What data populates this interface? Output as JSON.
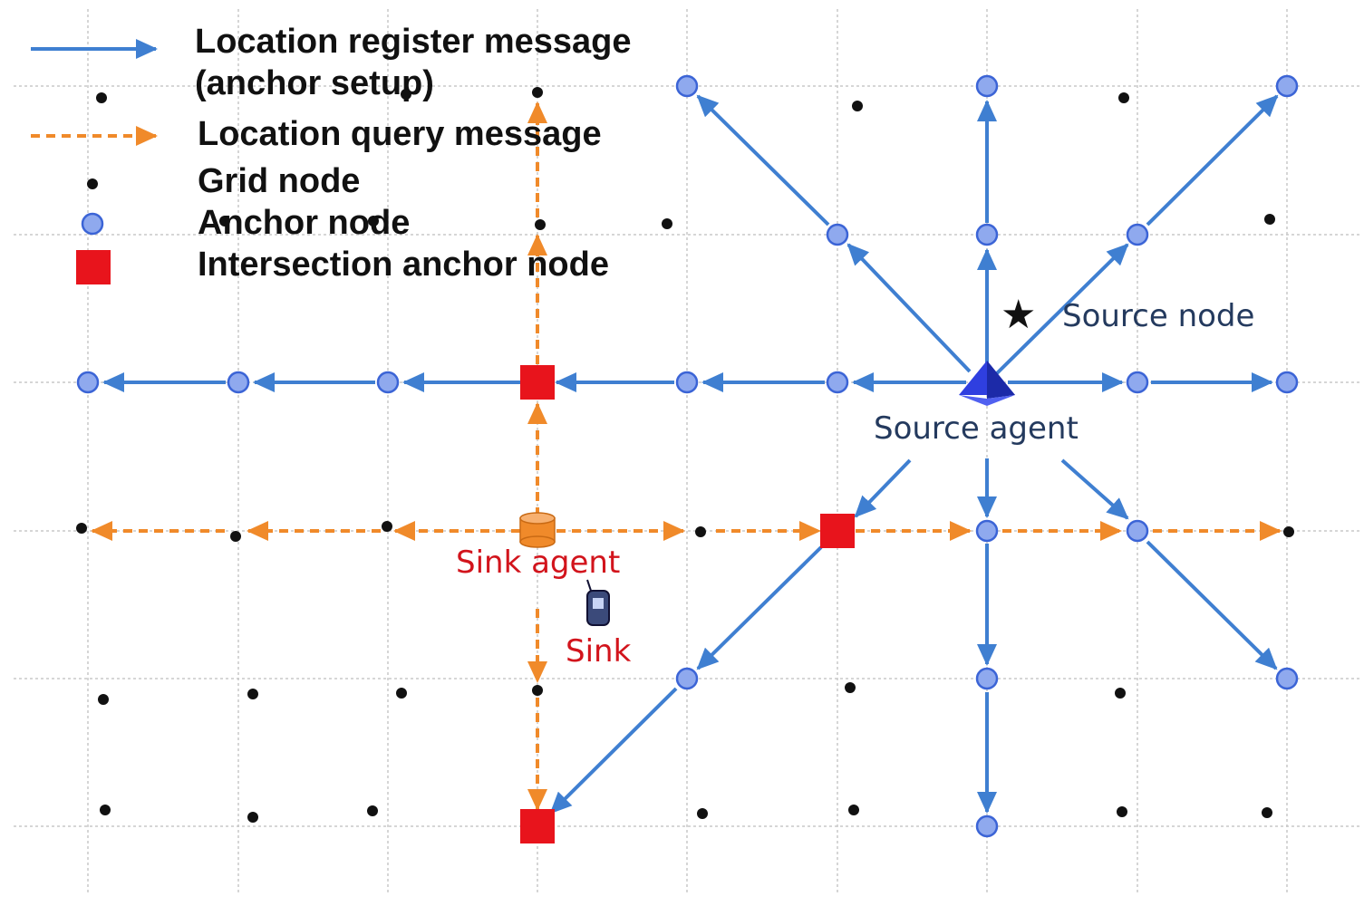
{
  "legend": {
    "register_line1": "Location register message",
    "register_line2": "(anchor setup)",
    "query": "Location query message",
    "grid_node": "Grid node",
    "anchor_node": "Anchor node",
    "intersection_anchor": "Intersection anchor node"
  },
  "labels": {
    "source_node": "Source node",
    "source_agent": "Source agent",
    "sink_agent": "Sink agent",
    "sink": "Sink"
  },
  "colors": {
    "register_blue": "#3f7fd1",
    "query_orange": "#f08a2a",
    "anchor_fill": "#8fa9ee",
    "anchor_stroke": "#3b64d6",
    "intersection_red": "#e8141c",
    "grid_dot": "#111111",
    "source_agent": "#2f3fe0",
    "sink_agent": "#f08a2a",
    "label_red": "#d2141c",
    "label_blue": "#243a5e"
  },
  "icons": [
    "source-node-star-icon",
    "source-agent-pyramid-icon",
    "sink-agent-cylinder-icon",
    "sink-phone-icon"
  ]
}
